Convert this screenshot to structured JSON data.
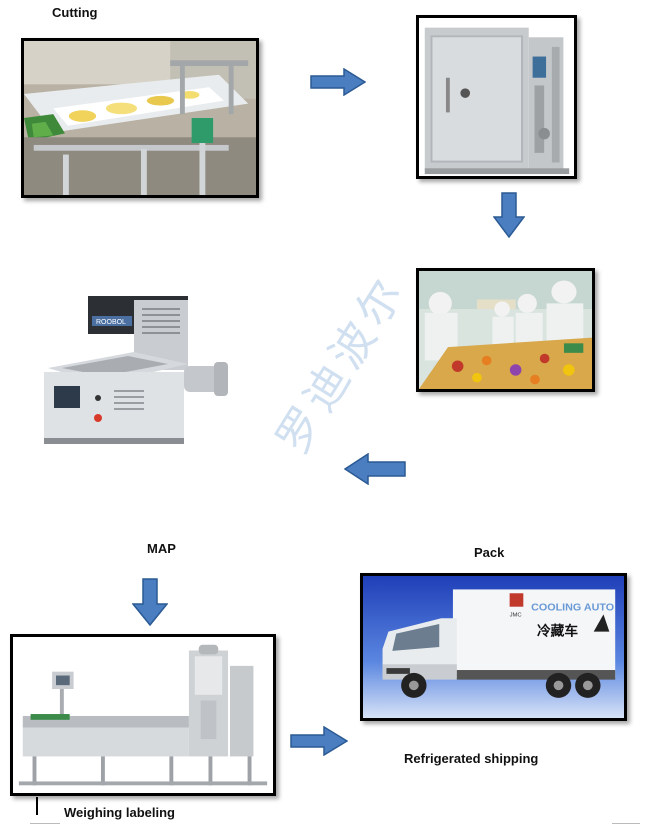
{
  "labels": {
    "cutting": "Cutting",
    "map": "MAP",
    "pack": "Pack",
    "refrigerated": "Refrigerated shipping",
    "weighing": "Weighing labeling"
  },
  "watermark": "罗迪波尔",
  "machine_brand": "ROOBOL",
  "truck": {
    "brand_text": "COOLING AUTO",
    "cn_text": "冷藏车",
    "maker": "JMC"
  },
  "colors": {
    "arrow_fill": "#4a7ec0",
    "arrow_stroke": "#2b5a94",
    "frame_border": "#000000"
  }
}
